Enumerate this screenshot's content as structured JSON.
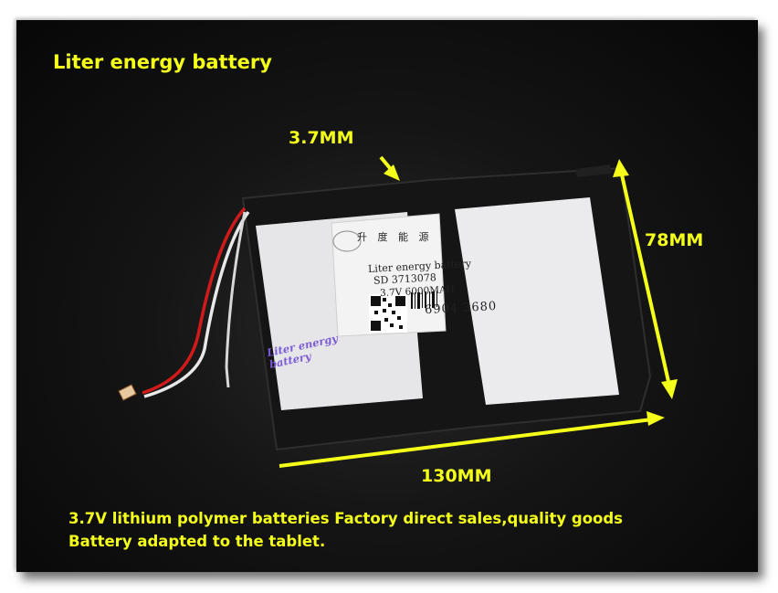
{
  "title": "Liter energy battery",
  "dimensions": {
    "thickness": "3.7MM",
    "height": "78MM",
    "length": "130MM"
  },
  "description": {
    "line1": "3.7V lithium polymer batteries Factory direct sales,quality goods",
    "line2": "Battery adapted to the tablet."
  },
  "product_label": {
    "chinese": "升 度 能 源",
    "brand": "Liter energy battery",
    "model": "SD 3713078",
    "spec": "3.7V 6000MAH",
    "barcode": "6904 3680"
  },
  "watermark": {
    "line1": "Liter energy",
    "line2": "battery"
  },
  "colors": {
    "annotation": "#f4ff1a",
    "background": "#0c0c0c",
    "foil": "#e8e8ea"
  }
}
